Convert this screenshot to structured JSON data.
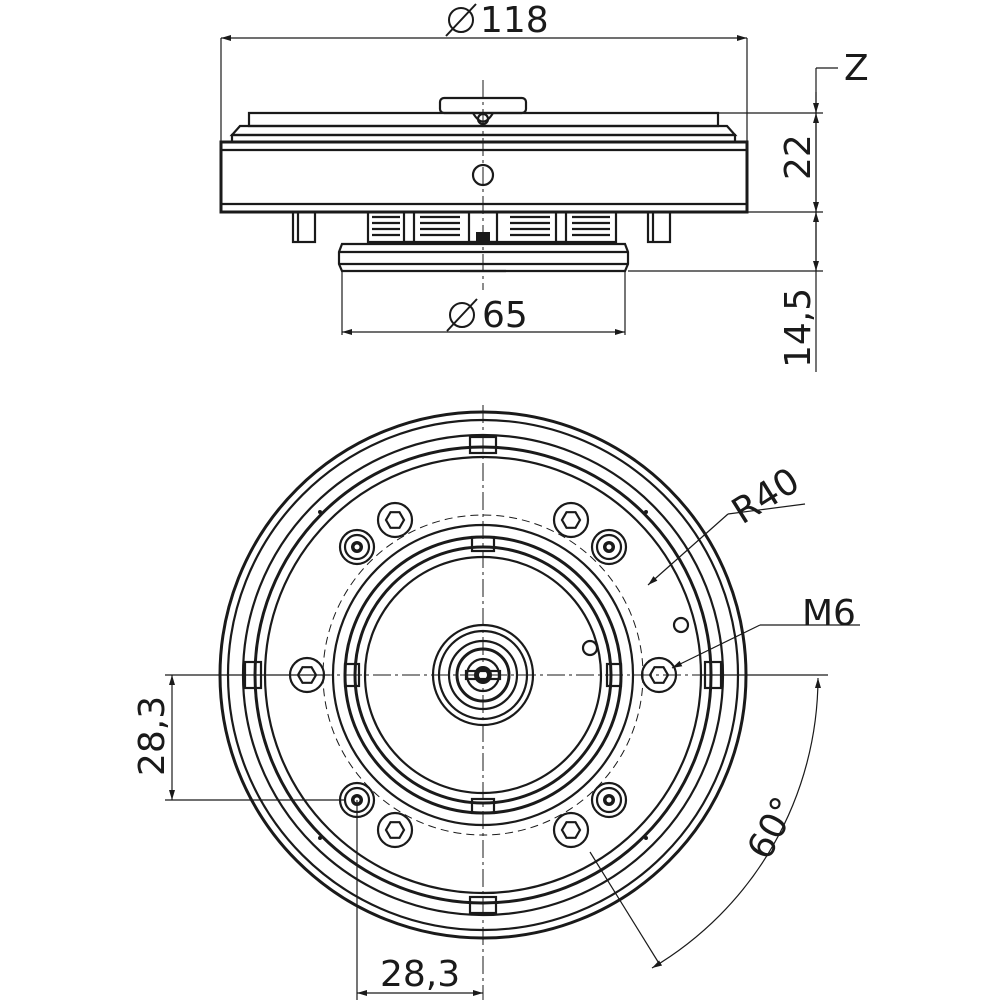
{
  "dimensions": {
    "outer_diameter": "118",
    "lower_diameter": "65",
    "height_upper": "22",
    "height_lower": "14,5",
    "datum": "Z",
    "radius": "R40",
    "thread": "M6",
    "offset_vertical": "28,3",
    "offset_horizontal": "28,3",
    "angle": "60°"
  },
  "symbols": {
    "diameter": "diameter-symbol-icon"
  }
}
